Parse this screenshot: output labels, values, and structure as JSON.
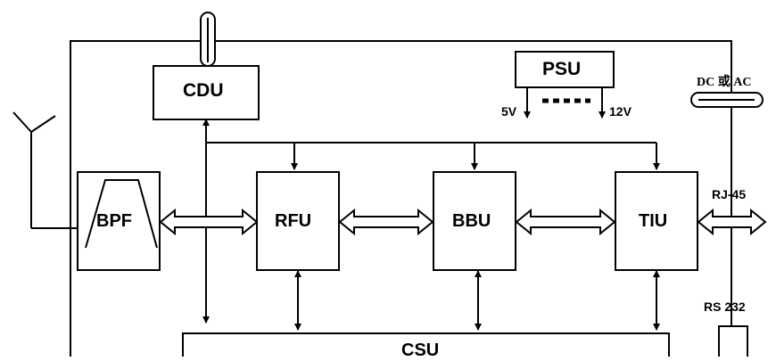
{
  "diagram": {
    "blocks": {
      "cdu": "CDU",
      "psu": "PSU",
      "bpf": "BPF",
      "rfu": "RFU",
      "bbu": "BBU",
      "tiu": "TIU",
      "csu": "CSU"
    },
    "labels": {
      "v5": "5V",
      "v12": "12V",
      "power_in": "DC 或 AC",
      "rj45": "RJ-45",
      "rs232": "RS 232"
    }
  }
}
